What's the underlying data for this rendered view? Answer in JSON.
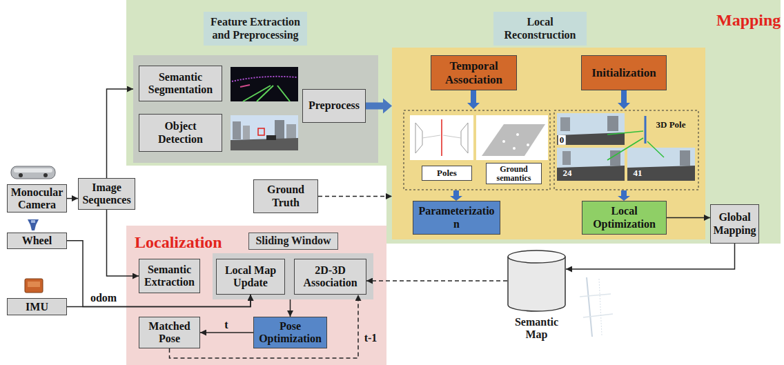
{
  "diagram": {
    "nodes": [
      {
        "text": [
          "Mapping"
        ]
      },
      {
        "text": [
          "Feature Extraction and Preprocessing"
        ],
        "in": 0
      },
      {
        "text": [
          "Semantic Segmentation"
        ],
        "in": 1
      },
      {
        "text": [
          "Object Detection"
        ],
        "in": 1
      },
      {
        "text": [
          "Preprocess"
        ],
        "in": 1
      },
      {
        "text": [
          "Local Reconstruction"
        ],
        "in": 0
      },
      {
        "text": [
          "Temporal Association"
        ],
        "in": 5
      },
      {
        "text": [
          "Initialization"
        ],
        "in": 5
      },
      {
        "text": [
          "Poles"
        ],
        "in": 5
      },
      {
        "text": [
          "Ground semantics"
        ],
        "in": 5
      },
      {
        "text": [
          "Parameterizatio n"
        ],
        "in": 5
      },
      {
        "text": [
          "Local Optimization"
        ],
        "in": 5
      },
      {
        "text": [
          "Global Mapping"
        ],
        "in": 0
      },
      {
        "text": [
          "Monocular Camera"
        ]
      },
      {
        "text": [
          "Image Sequences"
        ]
      },
      {
        "text": [
          "Ground Truth"
        ]
      },
      {
        "text": [
          "Wheel"
        ]
      },
      {
        "text": [
          "IMU"
        ]
      },
      {
        "text": [
          "Localization"
        ]
      },
      {
        "text": [
          "Sliding Window"
        ],
        "in": 18
      },
      {
        "text": [
          "Semantic Extraction"
        ],
        "in": 18
      },
      {
        "text": [
          "Local Map Update"
        ],
        "in": 19
      },
      {
        "text": [
          "2D-3D Association"
        ],
        "in": 19
      },
      {
        "text": [
          "Pose Optimization"
        ],
        "in": 18
      },
      {
        "text": [
          "Matched Pose"
        ],
        "in": 18
      },
      {
        "text": [
          "Semantic Map"
        ]
      }
    ],
    "edges": [
      {
        "from": 14,
        "to": 1,
        "arrow": "to"
      },
      {
        "from": 14,
        "to": 20,
        "arrow": "to"
      },
      {
        "from": 13,
        "to": 14,
        "arrow": "to"
      },
      {
        "from": 4,
        "to": 5,
        "arrow": "to"
      },
      {
        "from": 11,
        "to": 12,
        "arrow": "to"
      },
      {
        "from": 12,
        "to": 25,
        "arrow": "to"
      },
      {
        "from": 15,
        "to": 5,
        "arrow": "to"
      },
      {
        "from": 25,
        "to": 22,
        "arrow": "to"
      },
      {
        "from": 16,
        "to": 21,
        "arrow": "to"
      },
      {
        "from": 17,
        "to": 21,
        "label": "odom",
        "arrow": "to"
      },
      {
        "from": 19,
        "to": 23,
        "arrow": "to"
      },
      {
        "from": 23,
        "to": 24,
        "label": "t",
        "arrow": "to"
      },
      {
        "from": 24,
        "to": 22,
        "label": "t-1",
        "arrow": "to"
      }
    ],
    "labels": [
      "3D Pole",
      "0",
      "24",
      "41"
    ]
  }
}
